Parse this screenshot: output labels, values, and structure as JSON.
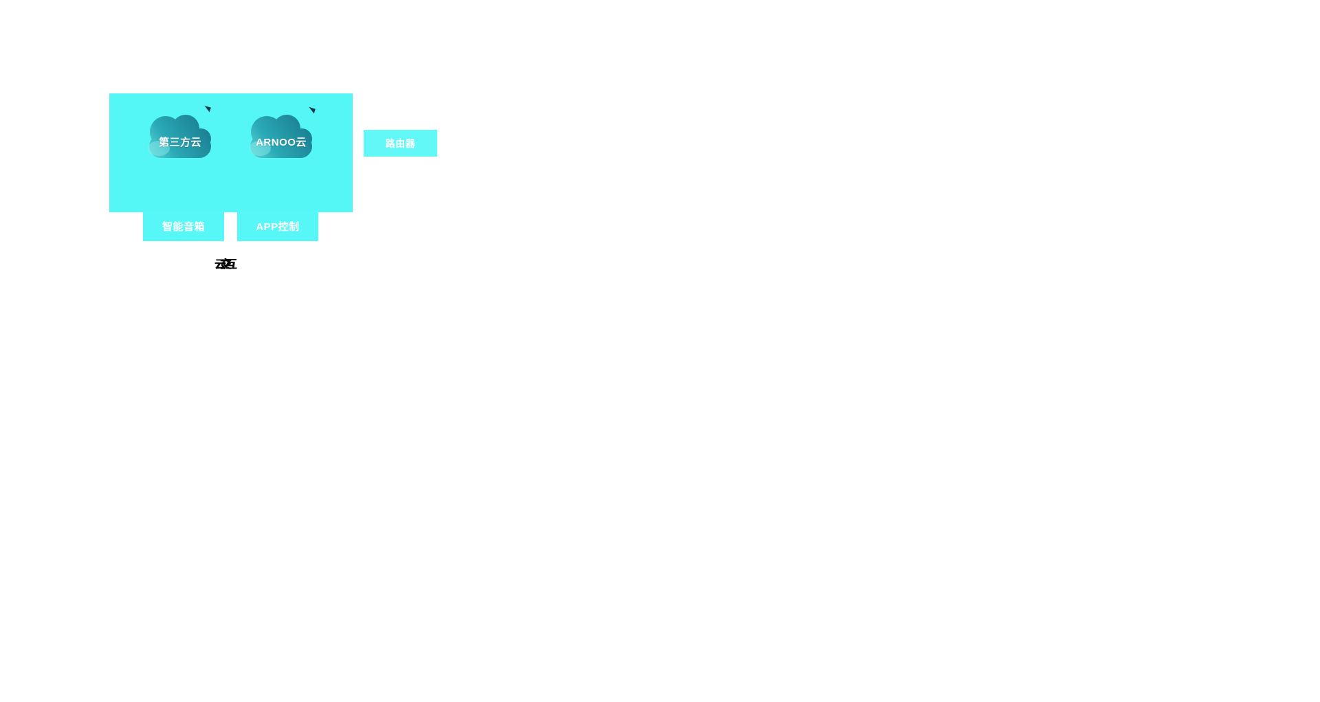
{
  "diagram": {
    "title": "云交互",
    "clouds": [
      {
        "label": "第三方云"
      },
      {
        "label": "ARNOO云"
      }
    ],
    "router": {
      "label": "路由器"
    },
    "devices": [
      {
        "label": "智能音箱"
      },
      {
        "label": "APP控制"
      }
    ],
    "colors": {
      "panel_cyan": "#55f6f6",
      "block_cyan": "#57f7f7",
      "router_cyan": "#63f8f8",
      "cloud_gradient_light": "#6fe6e4",
      "cloud_gradient_mid": "#2aa9b6",
      "cloud_gradient_dark": "#146e84",
      "label_text": "#ffffff",
      "title_text": "#0a0a0a"
    }
  }
}
